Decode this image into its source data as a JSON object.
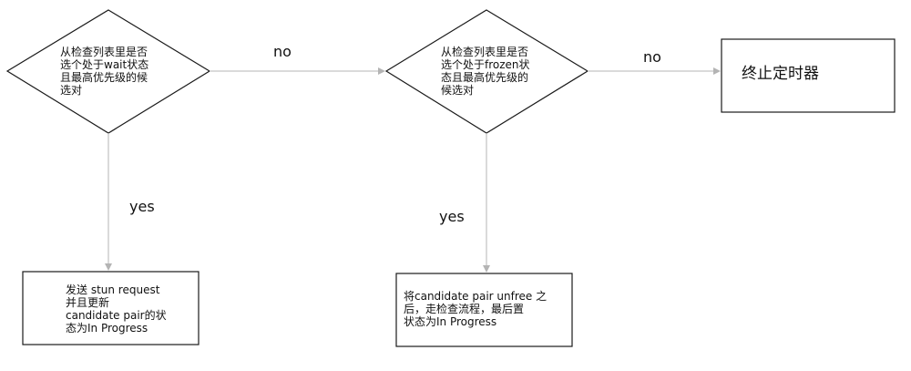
{
  "decision1": {
    "lines": [
      "从检查列表里是否",
      "选个处于wait状态",
      "且最高优先级的候",
      "选对"
    ]
  },
  "decision2": {
    "lines": [
      "从检查列表里是否",
      "选个处于frozen状",
      "态且最高优先级的",
      "候选对"
    ]
  },
  "terminal": {
    "label": "终止定时器"
  },
  "action1": {
    "lines": [
      "发送 stun request",
      "并且更新",
      "candidate pair的状",
      "态为In Progress"
    ]
  },
  "action2": {
    "lines": [
      "将candidate pair unfree 之",
      "后，走检查流程，最后置",
      "状态为In Progress"
    ]
  },
  "edges": {
    "no1": "no",
    "no2": "no",
    "yes1": "yes",
    "yes2": "yes"
  },
  "colors": {
    "stroke": "#1a1a1a",
    "arrow": "#b4b4b4"
  }
}
